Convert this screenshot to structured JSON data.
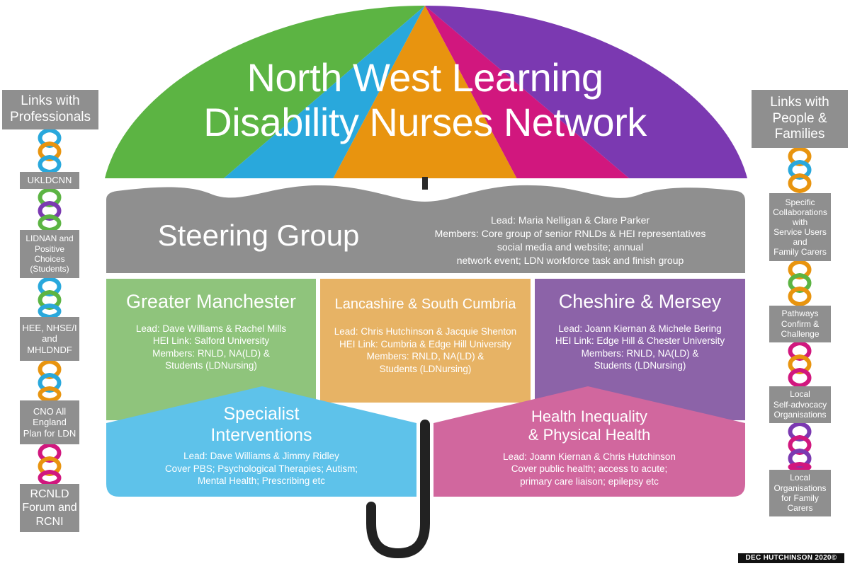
{
  "title": {
    "line1": "North West Learning",
    "line2": "Disability Nurses Network"
  },
  "steering": {
    "title": "Steering Group",
    "lead": "Lead: Maria Nelligan & Clare Parker",
    "members_1": "Members: Core group of senior RNLDs & HEI representatives",
    "members_2": "social media and website; annual",
    "members_3": "network event; LDN workforce task and finish group"
  },
  "regions": [
    {
      "title": "Greater Manchester",
      "lead": "Lead: Dave Williams & Rachel Mills",
      "hei": "HEI Link: Salford University",
      "members_1": "Members: RNLD, NA(LD) &",
      "members_2": "Students (LDNursing)"
    },
    {
      "title": "Lancashire & South Cumbria",
      "lead": "Lead: Chris Hutchinson & Jacquie Shenton",
      "hei": "HEI Link: Cumbria & Edge Hill University",
      "members_1": "Members: RNLD, NA(LD) &",
      "members_2": "Students (LDNursing)"
    },
    {
      "title": "Cheshire & Mersey",
      "lead": "Lead: Joann Kiernan & Michele Bering",
      "hei": "HEI Link: Edge Hill & Chester University",
      "members_1": "Members: RNLD, NA(LD) &",
      "members_2": "Students (LDNursing)"
    }
  ],
  "specialist": {
    "title_1": "Specialist",
    "title_2": "Interventions",
    "lead": "Lead: Dave Williams & Jimmy Ridley",
    "cover_1": "Cover PBS; Psychological Therapies; Autism;",
    "cover_2": "Mental Health; Prescribing etc"
  },
  "health": {
    "title_1": "Health Inequality",
    "title_2": "& Physical Health",
    "lead": "Lead: Joann Kiernan & Chris Hutchinson",
    "cover_1": "Cover public health; access to acute;",
    "cover_2": "primary care liaison; epilepsy etc"
  },
  "left_links": {
    "header_1": "Links with",
    "header_2": "Professionals",
    "items": [
      {
        "l1": "UKLDCNN"
      },
      {
        "l1": "LIDNAN and",
        "l2": "Positive",
        "l3": "Choices",
        "l4": "(Students)"
      },
      {
        "l1": "HEE, NHSE/I",
        "l2": "and",
        "l3": "MHLDNDF"
      },
      {
        "l1": "CNO All",
        "l2": "England",
        "l3": "Plan for LDN"
      },
      {
        "l1": "RCNLD",
        "l2": "Forum and",
        "l3": "RCNI"
      }
    ]
  },
  "right_links": {
    "header_1": "Links with",
    "header_2": "People &",
    "header_3": "Families",
    "items": [
      {
        "l1": "Specific",
        "l2": "Collaborations",
        "l3": "with",
        "l4": "Service Users",
        "l5": "and",
        "l6": "Family Carers"
      },
      {
        "l1": "Pathways",
        "l2": "Confirm &",
        "l3": "Challenge"
      },
      {
        "l1": "Local",
        "l2": "Self-advocacy",
        "l3": "Organisations"
      },
      {
        "l1": "Local",
        "l2": "Organisations",
        "l3": "for Family",
        "l4": "Carers"
      }
    ]
  },
  "credit": "DEC HUTCHINSON 2020©",
  "colors": {
    "green": "#5cb443",
    "blue": "#29a8dc",
    "orange": "#e8940f",
    "magenta": "#d1177e",
    "purple": "#7b39b1",
    "grey": "#8f8f8f",
    "gm": "#8fc47c",
    "lsc": "#e7b365",
    "cm": "#8c63a8",
    "si": "#5ec2ea",
    "hi": "#d1679e"
  }
}
